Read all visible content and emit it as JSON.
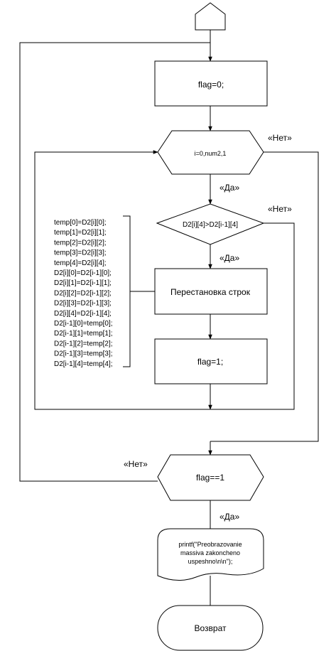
{
  "flowchart": {
    "block_flag_zero": "flag=0;",
    "loop_header": "i=0,num2,1",
    "loop_exit_label": "«Нет»",
    "loop_enter_label": "«Да»",
    "compare_condition": "D2[i][4]>D2[i-1][4]",
    "compare_no_label": "«Нет»",
    "compare_yes_label": "«Да»",
    "swap_block": "Перестановка строк",
    "block_flag_one": "flag=1;",
    "check_flag": "flag==1",
    "check_flag_no_label": "«Нет»",
    "check_flag_yes_label": "«Да»",
    "printf_line1": "printf(\"Preobrazovanie",
    "printf_line2": "massiva zakoncheno",
    "printf_line3": "uspeshno\\n\\n\");",
    "return_label": "Возврат"
  },
  "swap_comment": [
    "temp[0]=D2[i][0];",
    "temp[1]=D2[i][1];",
    "temp[2]=D2[i][2];",
    "temp[3]=D2[i][3];",
    "temp[4]=D2[i][4];",
    "D2[i][0]=D2[i-1][0];",
    "D2[i][1]=D2[i-1][1];",
    "D2[i][2]=D2[i-1][2];",
    "D2[i][3]=D2[i-1][3];",
    "D2[i][4]=D2[i-1][4];",
    "D2[i-1][0]=temp[0];",
    "D2[i-1][1]=temp[1];",
    "D2[i-1][2]=temp[2];",
    "D2[i-1][3]=temp[3];",
    "D2[i-1][4]=temp[4];"
  ]
}
